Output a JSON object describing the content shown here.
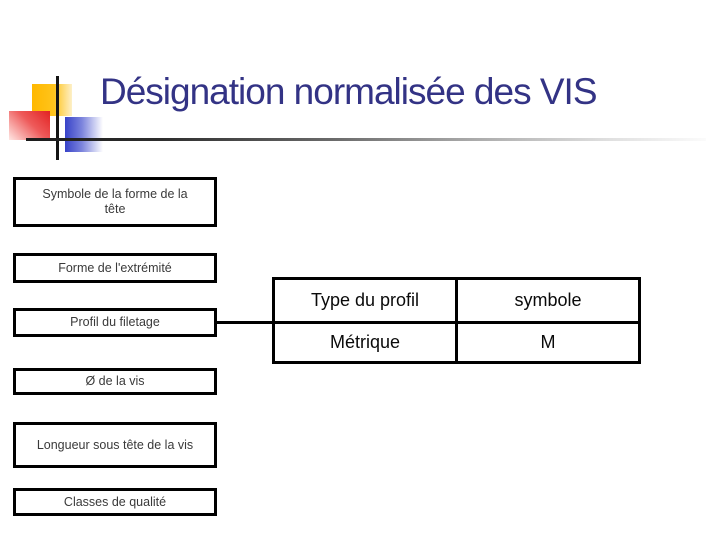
{
  "slide": {
    "title": "Désignation normalisée des VIS",
    "boxes": [
      {
        "label": "Symbole de la forme de la tête"
      },
      {
        "label": "Forme de l'extrémité"
      },
      {
        "label": "Profil du filetage"
      },
      {
        "label": "Ø de la vis"
      },
      {
        "label": "Longueur sous tête de la vis"
      },
      {
        "label": "Classes de qualité"
      }
    ],
    "table": {
      "header": [
        "Type du profil",
        "symbole"
      ],
      "rows": [
        [
          "Métrique",
          "M"
        ]
      ]
    },
    "colors": {
      "title_text": "#333385",
      "box_border": "#000000",
      "box_text": "#3a3a3a",
      "table_text": "#0a0a0a",
      "accent_yellow": "#ffb800",
      "accent_red": "#e22222",
      "accent_blue": "#3742c8"
    }
  }
}
